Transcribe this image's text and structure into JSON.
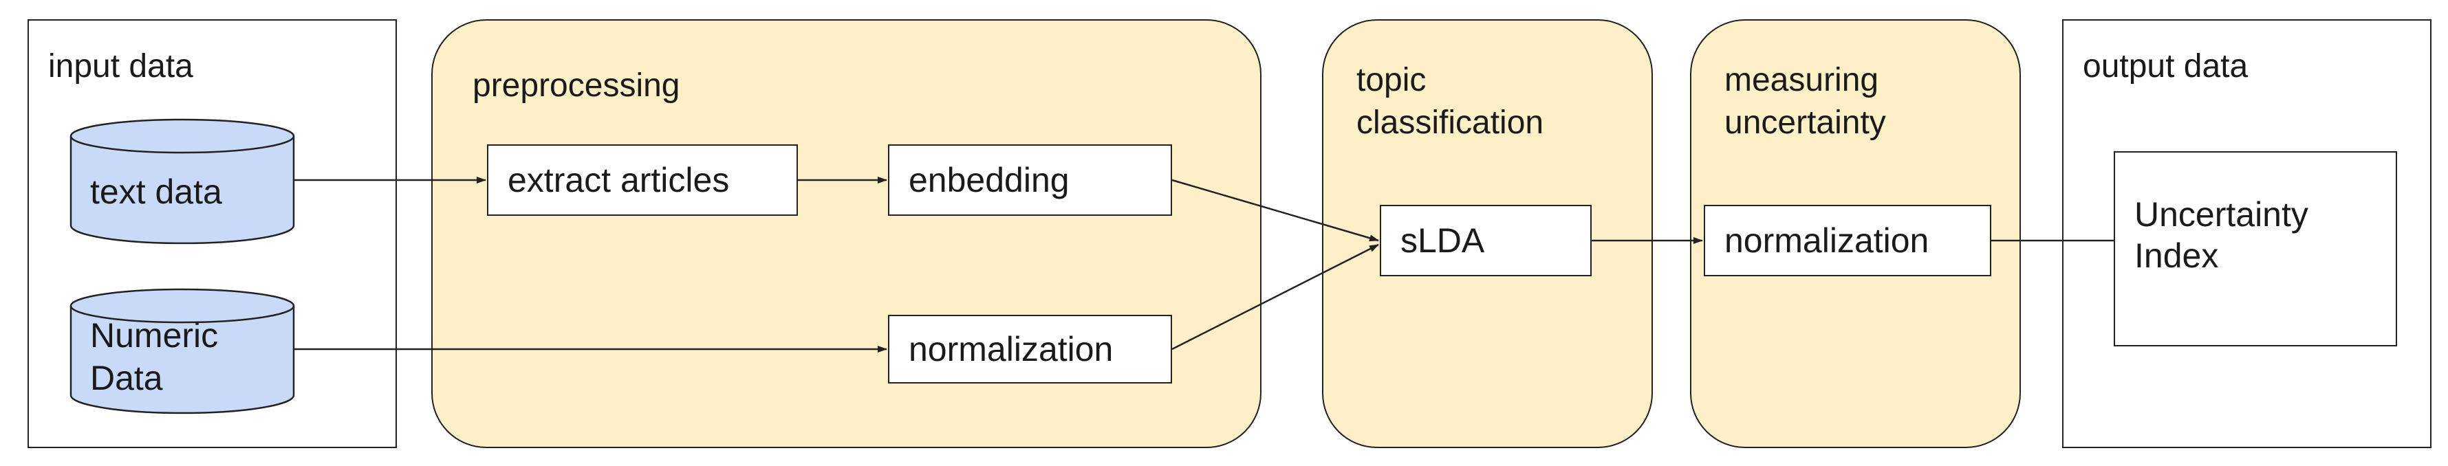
{
  "colors": {
    "stage_fill": "#fdf0c8",
    "database_fill": "#c9daf8",
    "stroke": "#222222",
    "background": "#ffffff"
  },
  "groups": {
    "input": {
      "label": "input data"
    },
    "preprocessing": {
      "label": "preprocessing"
    },
    "topic": {
      "label": "topic\nclassification"
    },
    "uncertainty": {
      "label": "measuring\nuncertainty"
    },
    "output": {
      "label": "output data"
    }
  },
  "databases": {
    "text": {
      "label": "text data"
    },
    "numeric": {
      "label": "Numeric\nData"
    }
  },
  "nodes": {
    "extract": {
      "label": "extract articles"
    },
    "embedding": {
      "label": "enbedding"
    },
    "normalization_pre": {
      "label": "normalization"
    },
    "slda": {
      "label": "sLDA"
    },
    "normalization_unc": {
      "label": "normalization"
    },
    "index": {
      "label": "Uncertainty\nIndex"
    }
  },
  "connectors": [
    {
      "from": "text data",
      "to": "extract articles"
    },
    {
      "from": "extract articles",
      "to": "enbedding"
    },
    {
      "from": "Numeric Data",
      "to": "normalization"
    },
    {
      "from": "enbedding",
      "to": "sLDA"
    },
    {
      "from": "normalization",
      "to": "sLDA"
    },
    {
      "from": "sLDA",
      "to": "normalization"
    },
    {
      "from": "normalization",
      "to": "Uncertainty Index"
    }
  ]
}
